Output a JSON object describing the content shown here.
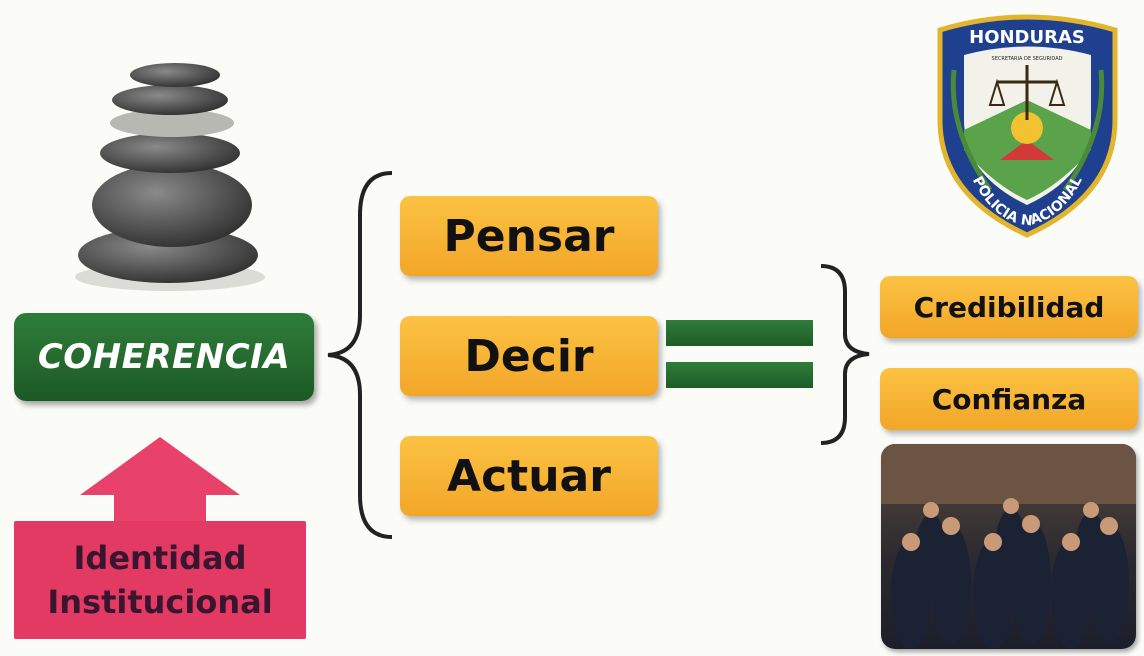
{
  "coherencia": "COHERENCIA",
  "identidad": {
    "line1": "Identidad",
    "line2": "Institucional"
  },
  "actions": [
    "Pensar",
    "Decir",
    "Actuar"
  ],
  "results": [
    "Credibilidad",
    "Confianza"
  ],
  "badge": {
    "top": "HONDURAS",
    "sub": "SECRETARIA DE SEGURIDAD",
    "ring": "POLICIA NACIONAL"
  },
  "colors": {
    "green": "#2a7634",
    "yellow": "#f7b635",
    "pink": "#e8426b"
  }
}
